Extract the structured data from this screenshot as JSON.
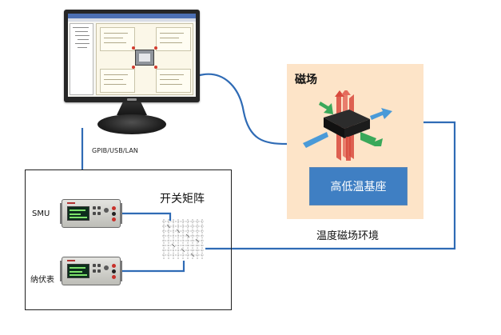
{
  "connection": {
    "bus_label": "GPIB/USB/LAN"
  },
  "instruments": {
    "smu_label": "SMU",
    "nanovoltmeter_label": "纳伏表"
  },
  "switch_matrix": {
    "title": "开关矩阵"
  },
  "environment": {
    "box_title": "磁场",
    "stage_label": "高低温基座",
    "caption": "温度磁场环境"
  },
  "colors": {
    "cable": "#2f6bb5",
    "environment_fill": "#fde4c8",
    "stage_fill": "#3f7fc3",
    "field_red": "#d8493c",
    "field_blue": "#4a9ad8",
    "field_green": "#3aa85a"
  },
  "icons": {
    "computer": "monitor-icon",
    "smu": "source-measure-unit-icon",
    "nanovoltmeter": "nanovoltmeter-icon",
    "matrix": "switch-matrix-icon",
    "sample": "sample-holder-icon"
  }
}
